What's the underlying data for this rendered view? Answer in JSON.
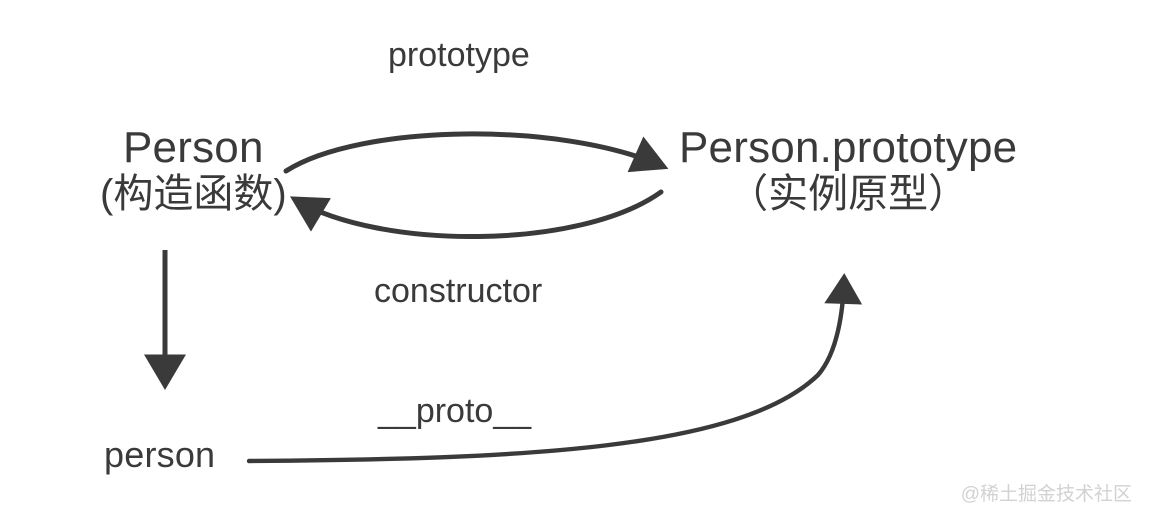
{
  "diagram": {
    "title": "JavaScript prototype chain diagram",
    "background_color": "#ffffff",
    "stroke_color": "#3a3a3a",
    "text_color": "#3a3a3a",
    "nodes": [
      {
        "id": "person-constructor",
        "title": "Person",
        "subtitle": "(构造函数)"
      },
      {
        "id": "person-prototype",
        "title": "Person.prototype",
        "subtitle": "（实例原型）"
      },
      {
        "id": "person-instance",
        "title": "person",
        "subtitle": ""
      }
    ],
    "edges": [
      {
        "id": "prototype-edge",
        "label": "prototype",
        "from": "person-constructor",
        "to": "person-prototype"
      },
      {
        "id": "constructor-edge",
        "label": "constructor",
        "from": "person-prototype",
        "to": "person-constructor"
      },
      {
        "id": "instantiate-edge",
        "label": "",
        "from": "person-constructor",
        "to": "person-instance"
      },
      {
        "id": "proto-edge",
        "label": "__proto__",
        "from": "person-instance",
        "to": "person-prototype"
      }
    ]
  },
  "watermark": {
    "text": "@稀土掘金技术社区",
    "color": "#d2d2d2"
  }
}
